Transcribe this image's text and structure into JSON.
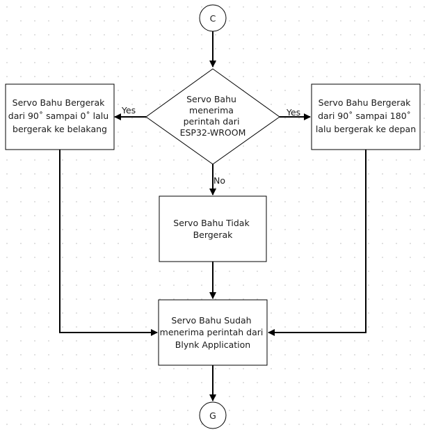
{
  "diagram": {
    "type": "flowchart",
    "nodes": {
      "start": {
        "shape": "circle",
        "text": "C"
      },
      "decision": {
        "shape": "diamond",
        "lines": [
          "Servo Bahu",
          "menerima",
          "perintah dari",
          "ESP32-WROOM"
        ]
      },
      "left": {
        "shape": "rectangle",
        "lines": [
          "Servo Bahu Bergerak",
          "dari 90˚ sampai 0˚ lalu",
          "bergerak ke belakang"
        ]
      },
      "right": {
        "shape": "rectangle",
        "lines": [
          "Servo Bahu Bergerak",
          "dari 90˚ sampai 180˚",
          "lalu bergerak ke depan"
        ]
      },
      "middle": {
        "shape": "rectangle",
        "lines": [
          "Servo Bahu Tidak",
          "Bergerak"
        ]
      },
      "result": {
        "shape": "rectangle",
        "lines": [
          "Servo Bahu Sudah",
          "menerima perintah dari",
          "Blynk Application"
        ]
      },
      "end": {
        "shape": "circle",
        "text": "G"
      }
    },
    "edges": {
      "decision_left": "Yes",
      "decision_right": "Yes",
      "decision_down": "No"
    },
    "colors": {
      "stroke": "#000000",
      "fill": "#ffffff",
      "background": "#ffffff",
      "grid_dot": "#d6d6d6"
    }
  }
}
